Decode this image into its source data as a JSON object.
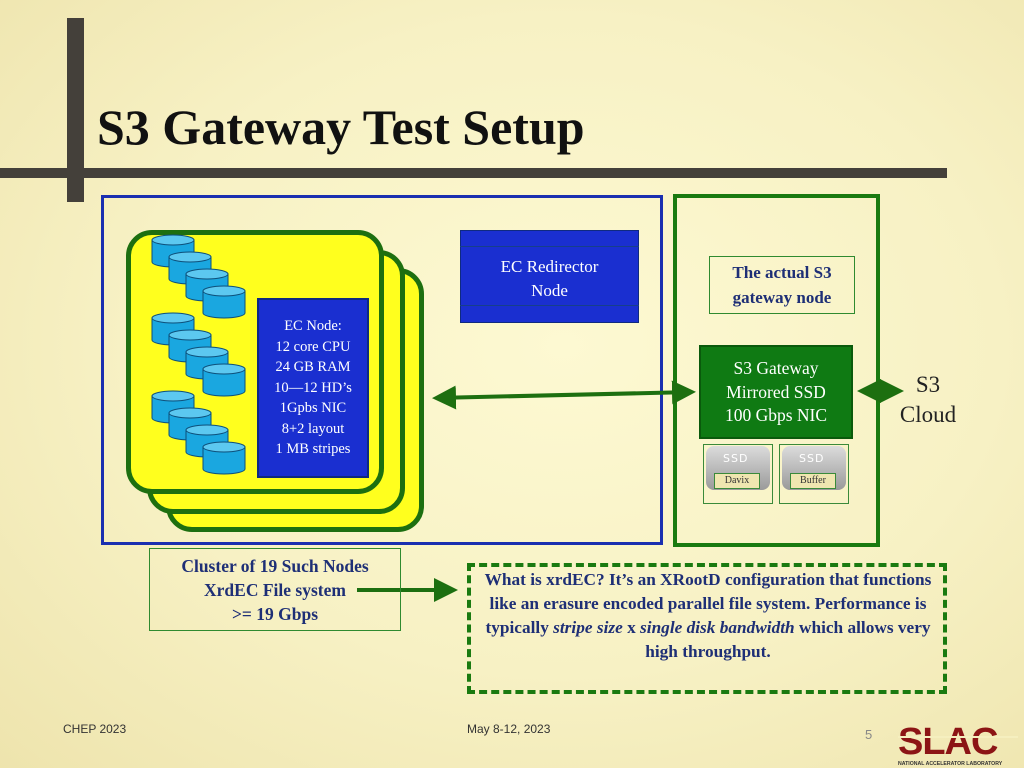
{
  "slide": {
    "title": "S3 Gateway Test Setup",
    "footer_left": "CHEP 2023",
    "footer_center": "May 8-12, 2023",
    "page_number": "5",
    "logo": {
      "text": "SLAC",
      "subtitle": "NATIONAL ACCELERATOR LABORATORY",
      "color": "#8c1515"
    }
  },
  "diagram": {
    "ec_node": {
      "lines": [
        "EC Node:",
        "12 core CPU",
        "24 GB RAM",
        "10—12 HD’s",
        "1Gpbs NIC",
        "8+2 layout",
        "1 MB stripes"
      ]
    },
    "ec_redirector": {
      "lines": [
        "EC Redirector",
        "Node"
      ]
    },
    "actual_gateway": {
      "lines": [
        "The actual S3",
        "gateway node"
      ]
    },
    "s3_gateway": {
      "lines": [
        "S3 Gateway",
        "Mirrored SSD",
        "100 Gbps NIC"
      ]
    },
    "s3_cloud": {
      "lines": [
        "S3",
        "Cloud"
      ]
    },
    "ssd_drives": [
      {
        "label": "SSD",
        "tag": "Davix"
      },
      {
        "label": "SSD",
        "tag": "Buffer"
      }
    ],
    "cluster": {
      "lines": [
        "Cluster of 19 Such Nodes",
        "XrdEC File system",
        ">= 19 Gbps"
      ]
    },
    "xrdec_note": {
      "part1": "What is xrdEC? It’s an XRootD configuration that functions like an erasure encoded parallel file system. Performance is typically ",
      "italic1": "stripe size",
      "part2": " x ",
      "italic2": "single disk bandwidth",
      "part3": " which allows very high throughput."
    },
    "colors": {
      "blue": "#1a2fd0",
      "green": "#0f7a13",
      "yellow": "#ffff1e",
      "disk": "#1aa7e0",
      "text_navy": "#1e2f76"
    }
  }
}
